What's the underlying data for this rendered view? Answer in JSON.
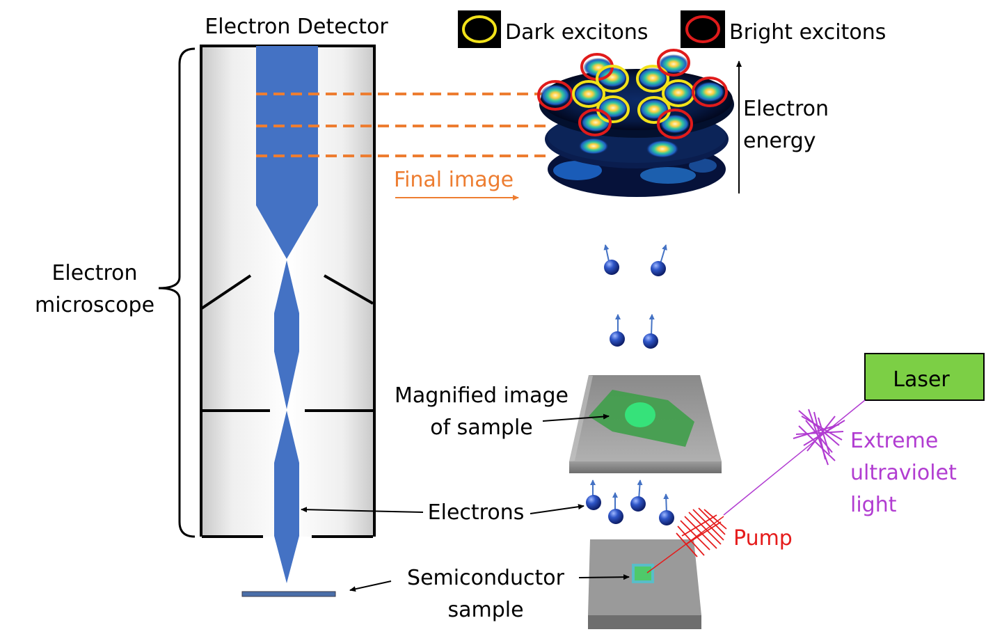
{
  "colors": {
    "beam": "#4472c4",
    "orange": "#ed7d31",
    "purple": "#b13cd1",
    "red": "#e51c1c",
    "laser_fill": "#7ccf45",
    "dark_ring": "#f2e21a",
    "bright_ring": "#e01b1b",
    "black": "#000000"
  },
  "labels": {
    "electron_detector": "Electron Detector",
    "electron_microscope_line1": "Electron",
    "electron_microscope_line2": "microscope",
    "dark_excitons": "Dark excitons",
    "bright_excitons": "Bright excitons",
    "electron_energy_line1": "Electron",
    "electron_energy_line2": "energy",
    "final_image": "Final image",
    "magnified_line1": "Magnified image",
    "magnified_line2": "of sample",
    "electrons": "Electrons",
    "semiconductor_line1": "Semiconductor",
    "semiconductor_line2": "sample",
    "laser": "Laser",
    "euv_line1": "Extreme",
    "euv_line2": "ultraviolet",
    "euv_line3": "light",
    "pump": "Pump"
  },
  "icons": {
    "dark_legend": "yellow-ring-icon",
    "bright_legend": "red-ring-icon",
    "electron": "electron-spin-icon"
  }
}
